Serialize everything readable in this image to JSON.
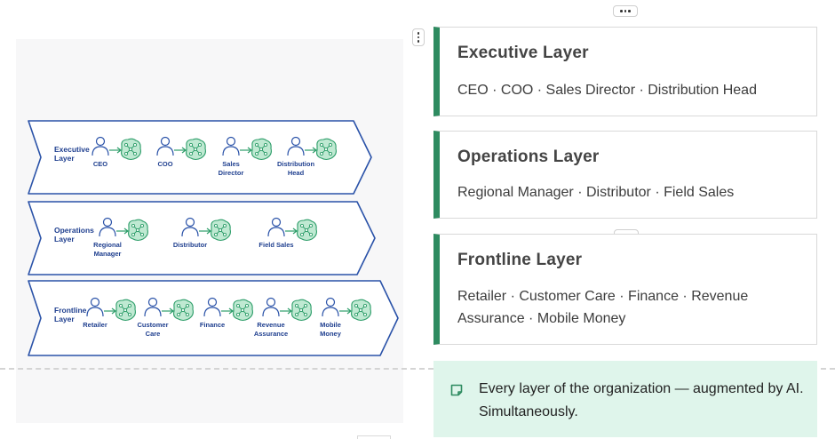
{
  "diagram": {
    "layers": [
      {
        "label_line1": "Executive",
        "label_line2": "Layer",
        "roles": [
          [
            "CEO"
          ],
          [
            "COO"
          ],
          [
            "Sales",
            "Director"
          ],
          [
            "Distribution",
            "Head"
          ]
        ]
      },
      {
        "label_line1": "Operations",
        "label_line2": "Layer",
        "roles": [
          [
            "Regional",
            "Manager"
          ],
          [
            "Distributor"
          ],
          [
            "Field Sales"
          ]
        ]
      },
      {
        "label_line1": "Frontline",
        "label_line2": "Layer",
        "roles": [
          [
            "Retailer"
          ],
          [
            "Customer",
            "Care"
          ],
          [
            "Finance"
          ],
          [
            "Revenue",
            "Assurance"
          ],
          [
            "Mobile",
            "Money"
          ]
        ]
      }
    ],
    "colors": {
      "outline": "#2a52a8",
      "label": "#1f3f8f",
      "ai_fill": "#bfe9d2",
      "ai_stroke": "#2e9e6a"
    }
  },
  "cards": [
    {
      "title": "Executive Layer",
      "body": "CEO · COO · Sales Director · Distribution Head"
    },
    {
      "title": "Operations Layer",
      "body": "Regional Manager · Distributor · Field Sales"
    },
    {
      "title": "Frontline Layer",
      "body": "Retailer · Customer Care · Finance · Revenue Assurance · Mobile Money"
    }
  ],
  "callout": {
    "icon": "note-icon",
    "text": "Every layer of the organization — augmented by AI. Simultaneously."
  },
  "icons": {
    "drag_handle": "more-horizontal-icon",
    "side_handle": "more-vertical-icon"
  },
  "colors": {
    "accent": "#2e8b60",
    "callout_bg": "#dff5eb"
  }
}
